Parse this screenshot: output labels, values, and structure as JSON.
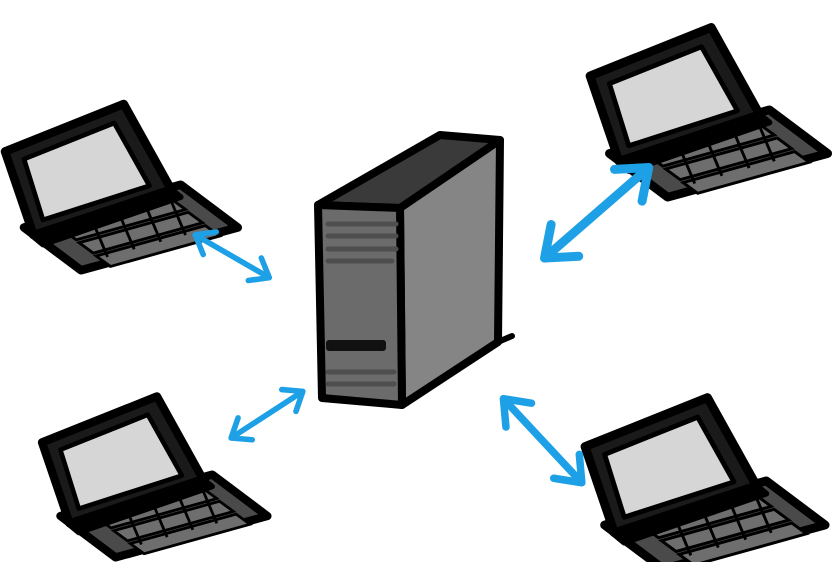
{
  "diagram": {
    "type": "client-server network",
    "nodes": [
      {
        "id": "server",
        "kind": "server-tower",
        "icon": "server-icon"
      },
      {
        "id": "laptop-top-left",
        "kind": "laptop",
        "icon": "laptop-icon"
      },
      {
        "id": "laptop-top-right",
        "kind": "laptop",
        "icon": "laptop-icon"
      },
      {
        "id": "laptop-bottom-left",
        "kind": "laptop",
        "icon": "laptop-icon"
      },
      {
        "id": "laptop-bottom-right",
        "kind": "laptop",
        "icon": "laptop-icon"
      }
    ],
    "connections": [
      {
        "from": "laptop-top-left",
        "to": "server",
        "direction": "bidirectional"
      },
      {
        "from": "laptop-top-right",
        "to": "server",
        "direction": "bidirectional"
      },
      {
        "from": "laptop-bottom-left",
        "to": "server",
        "direction": "bidirectional"
      },
      {
        "from": "laptop-bottom-right",
        "to": "server",
        "direction": "bidirectional"
      }
    ]
  },
  "colors": {
    "background": "#ffffff",
    "outline": "#000000",
    "laptop_body": "#4a4a4a",
    "laptop_keys": "#6e6e6e",
    "laptop_screen": "#d6d6d6",
    "server_front": "#6b6b6b",
    "server_side": "#858585",
    "server_top": "#3a3a3a",
    "server_slots": "#4e4e4e",
    "arrow": "#1ea0e6"
  }
}
